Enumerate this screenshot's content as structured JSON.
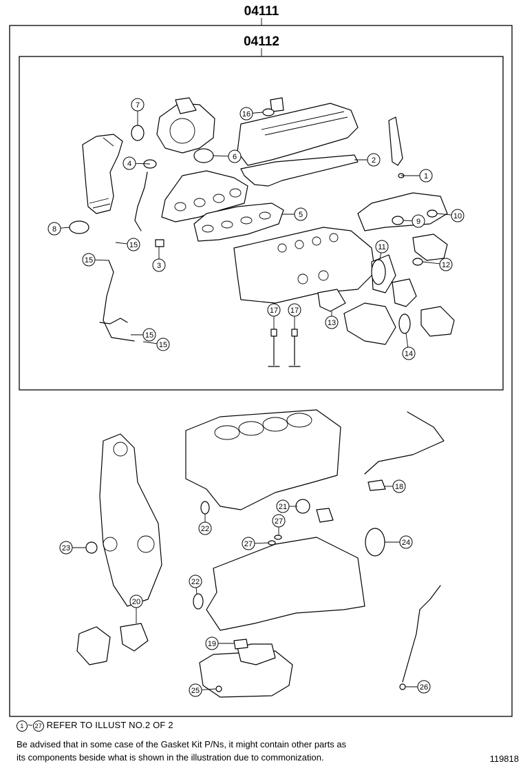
{
  "kits": {
    "outer_code": "04111",
    "inner_code": "04112"
  },
  "callouts": [
    {
      "n": "1"
    },
    {
      "n": "2"
    },
    {
      "n": "4"
    },
    {
      "n": "5"
    },
    {
      "n": "6"
    },
    {
      "n": "7"
    },
    {
      "n": "8"
    },
    {
      "n": "9"
    },
    {
      "n": "10"
    },
    {
      "n": "11"
    },
    {
      "n": "12"
    },
    {
      "n": "13"
    },
    {
      "n": "14"
    },
    {
      "n": "15"
    },
    {
      "n": "15"
    },
    {
      "n": "15"
    },
    {
      "n": "15"
    },
    {
      "n": "16"
    },
    {
      "n": "17"
    },
    {
      "n": "17"
    },
    {
      "n": "3"
    },
    {
      "n": "18"
    },
    {
      "n": "19"
    },
    {
      "n": "20"
    },
    {
      "n": "21"
    },
    {
      "n": "22"
    },
    {
      "n": "22"
    },
    {
      "n": "23"
    },
    {
      "n": "24"
    },
    {
      "n": "25"
    },
    {
      "n": "26"
    },
    {
      "n": "27"
    },
    {
      "n": "27"
    }
  ],
  "footer": {
    "ref_from": "1",
    "ref_tilde": "~",
    "ref_to": "27",
    "ref_text": "REFER TO ILLUST NO.2 OF 2",
    "note_line1": "Be advised that in some case of the Gasket Kit P/Ns,  it might contain other parts as",
    "note_line2": "its components beside what is shown in the illustration due to commonization.",
    "illustration_id": "119818"
  }
}
